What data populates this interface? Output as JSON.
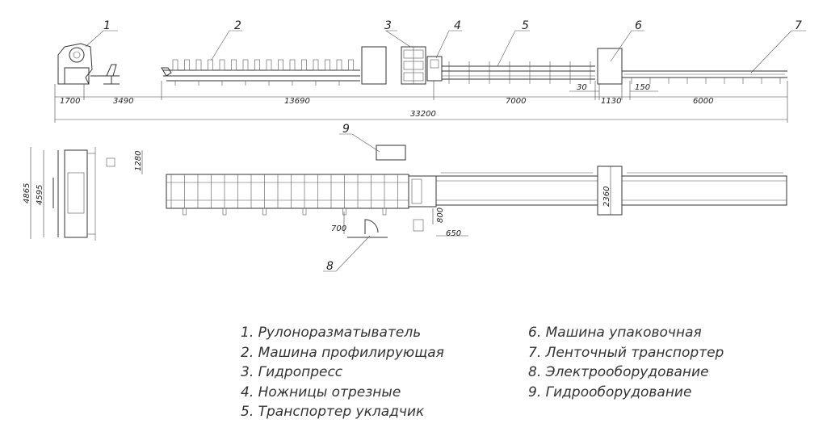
{
  "callouts": [
    "1",
    "2",
    "3",
    "4",
    "5",
    "6",
    "7",
    "8",
    "9"
  ],
  "dimensions": {
    "segments": [
      "1700",
      "3490",
      "13690",
      "7000",
      "30",
      "1130",
      "150",
      "6000"
    ],
    "total": "33200",
    "height_outer": "4865",
    "height_inner": "4595",
    "offset_1280": "1280",
    "width_2360": "2360",
    "gap_700": "700",
    "gap_800": "800",
    "gap_650": "650"
  },
  "legend": {
    "left": [
      "1. Рулоноразматыватель",
      "2. Машина профилирующая",
      "3. Гидропресс",
      "4. Ножницы отрезные",
      "5. Транспортер укладчик"
    ],
    "right": [
      "6. Машина упаковочная",
      "7. Ленточный транспортер",
      "8. Электрооборудование",
      "9. Гидрооборудование"
    ]
  }
}
